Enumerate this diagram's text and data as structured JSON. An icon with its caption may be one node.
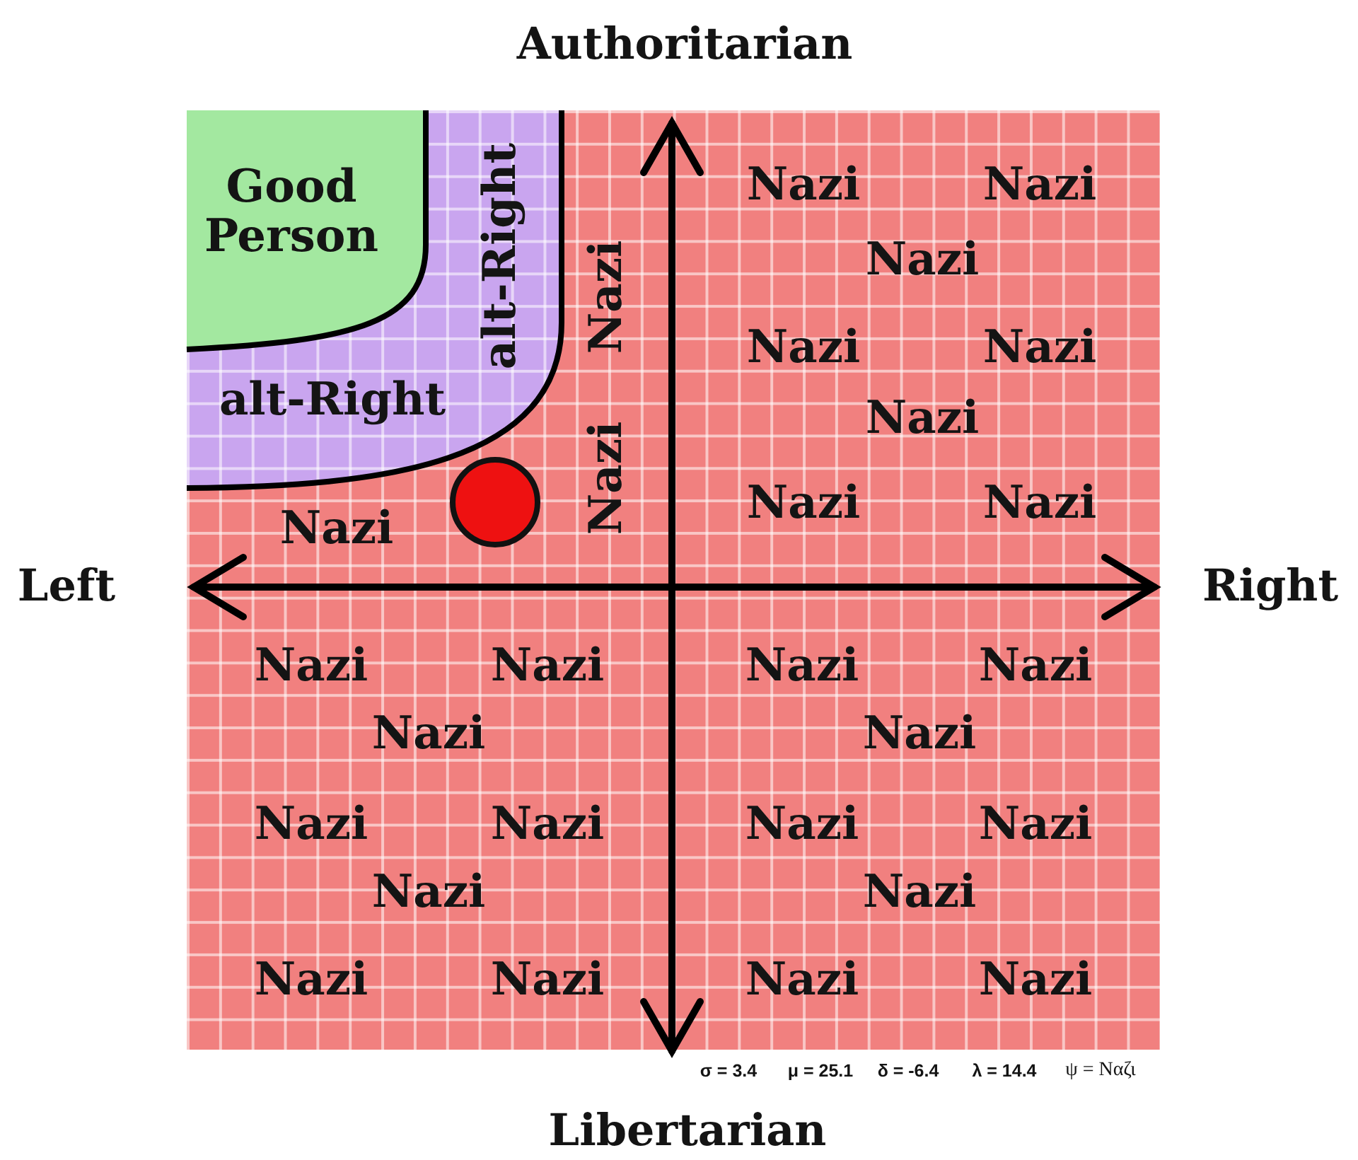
{
  "diagram": {
    "nodes": [
      {
        "text": [
          "Nazi",
          "Nazi",
          "Nazi",
          "Nazi",
          "Nazi",
          "Nazi",
          "Nazi",
          "Nazi",
          "Nazi",
          "Nazi",
          "Nazi",
          "Nazi",
          "Nazi",
          "Nazi",
          "Nazi",
          "Nazi",
          "Nazi",
          "Nazi",
          "Nazi",
          "Nazi",
          "Nazi",
          "Nazi",
          "Nazi",
          "Nazi",
          "Nazi",
          "Nazi",
          "Nazi"
        ]
      },
      {
        "text": [
          "alt-Right",
          "alt-Right"
        ],
        "in": 0
      },
      {
        "text": [
          "Good Person"
        ],
        "in": 1
      },
      {
        "text": [],
        "shape": "circle",
        "in": 0
      }
    ],
    "labels": [
      "Authoritarian",
      "Left",
      "Right",
      "σ = 3.4",
      "μ = 25.1",
      "δ = -6.4",
      "λ = 14.4",
      "ψ = Ναζι",
      "Libertarian"
    ]
  }
}
